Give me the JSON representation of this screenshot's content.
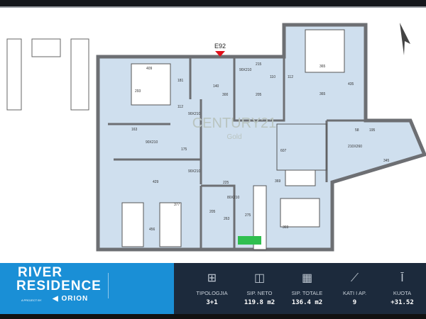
{
  "plan": {
    "entrance_label": "E92",
    "watermark": "CENTURY21",
    "watermark_sub": "Gold",
    "dimensions": [
      "409",
      "293",
      "181",
      "112",
      "90X210",
      "140",
      "300",
      "215",
      "90X210",
      "110",
      "205",
      "112",
      "365",
      "365",
      "435",
      "163",
      "175",
      "90X210",
      "90X210",
      "429",
      "456",
      "377",
      "225",
      "80X210",
      "205",
      "263",
      "275",
      "369",
      "369",
      "210X260",
      "195",
      "58",
      "345",
      "607"
    ],
    "colors": {
      "floor": "#cfdfee",
      "wall": "#6d6f73",
      "entrance_marker": "#e0101a"
    }
  },
  "banner": {
    "brand_line1": "RIVER",
    "brand_line2": "RESIDENCE",
    "project_by": "A PROJECT BY",
    "developer": "ORION",
    "colors": {
      "brand_bg": "#1a8fd6",
      "stats_bg": "#1c2a3c"
    },
    "stats": [
      {
        "icon": "floorplan-icon",
        "label": "TIPOLOGJIA",
        "value": "3+1"
      },
      {
        "icon": "net-area-icon",
        "label": "SIP. NETO",
        "value": "119.8 m2"
      },
      {
        "icon": "total-area-icon",
        "label": "SIP. TOTALE",
        "value": "136.4 m2"
      },
      {
        "icon": "stairs-icon",
        "label": "KATI I AP.",
        "value": "9"
      },
      {
        "icon": "elevation-icon",
        "label": "KUOTA",
        "value": "+31.52"
      }
    ]
  }
}
